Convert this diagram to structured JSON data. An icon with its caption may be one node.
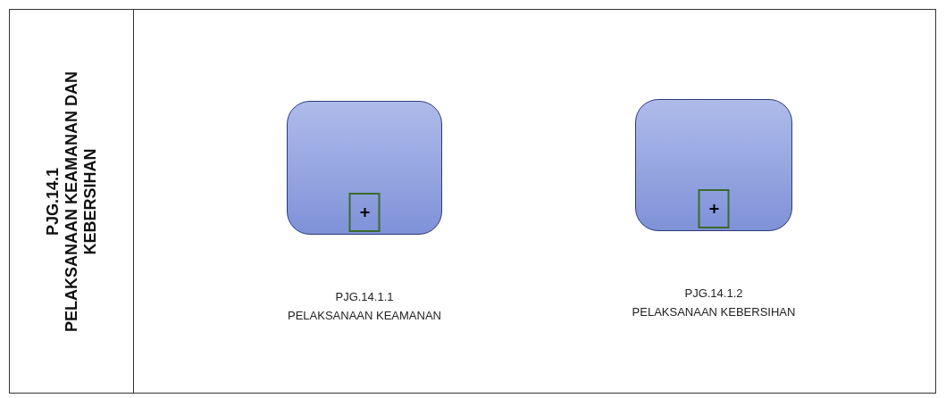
{
  "diagram": {
    "nodes": [
      {
        "text": [
          "PJG.14.1",
          "PELAKSANAAN KEAMANAN DAN KEBERSIHAN"
        ]
      },
      {
        "text": [],
        "shape": "box",
        "beside": [
          "PJG.14.1.1",
          "PELAKSANAAN KEAMANAN"
        ],
        "in": 0
      },
      {
        "text": [],
        "shape": "box",
        "beside": [
          "PJG.14.1.2",
          "PELAKSANAAN KEBERSIHAN"
        ],
        "in": 0
      }
    ],
    "edges": []
  }
}
